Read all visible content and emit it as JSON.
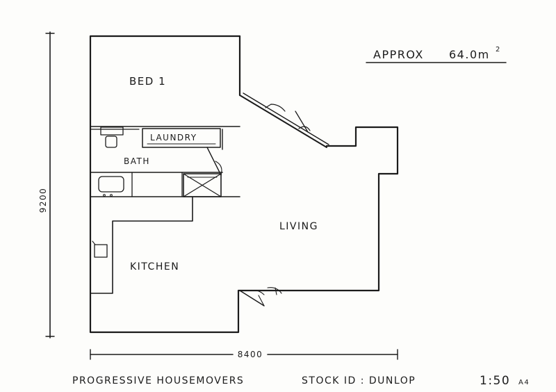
{
  "plan": {
    "area_label": "APPROX",
    "area_value": "64.0m",
    "area_superscript": "2",
    "rooms": {
      "bed": "BED 1",
      "laundry": "LAUNDRY",
      "bath": "BATH",
      "living": "LIVING",
      "kitchen": "KITCHEN"
    },
    "dimensions": {
      "height": "9200",
      "width": "8400"
    }
  },
  "footer": {
    "company": "PROGRESSIVE HOUSEMOVERS",
    "stock": "STOCK ID : DUNLOP",
    "scale": "1:50",
    "paper": "A4"
  },
  "colors": {
    "ink": "#1b1b1b",
    "paper": "#fdfdfb"
  }
}
